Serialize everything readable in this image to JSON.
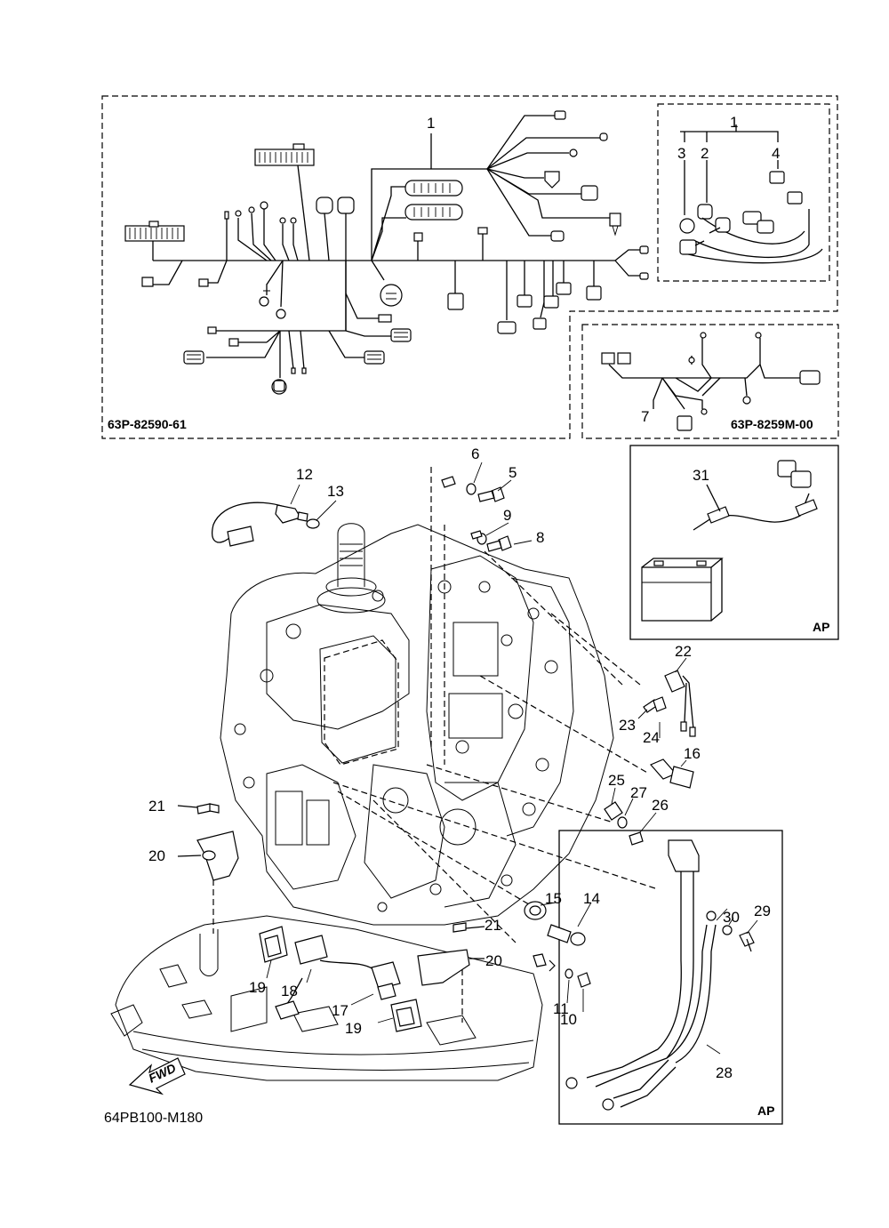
{
  "kits": {
    "main_harness_code": "63P-82590-61",
    "sub_harness_code": "63P-8259M-00",
    "diagram_code": "64PB100-M180"
  },
  "badges": {
    "battery_box": "AP",
    "cable_box": "AP",
    "fwd": "FWD"
  },
  "callouts": {
    "c1a": "1",
    "c1b": "1",
    "c2": "2",
    "c3": "3",
    "c4": "4",
    "c5": "5",
    "c6": "6",
    "c7": "7",
    "c8": "8",
    "c9": "9",
    "c10": "10",
    "c11": "11",
    "c12": "12",
    "c13": "13",
    "c14": "14",
    "c15": "15",
    "c16": "16",
    "c17": "17",
    "c18": "18",
    "c19a": "19",
    "c19b": "19",
    "c20a": "20",
    "c20b": "20",
    "c21a": "21",
    "c21b": "21",
    "c22": "22",
    "c23": "23",
    "c24": "24",
    "c25": "25",
    "c26": "26",
    "c27": "27",
    "c28": "28",
    "c29": "29",
    "c30": "30",
    "c31": "31"
  }
}
